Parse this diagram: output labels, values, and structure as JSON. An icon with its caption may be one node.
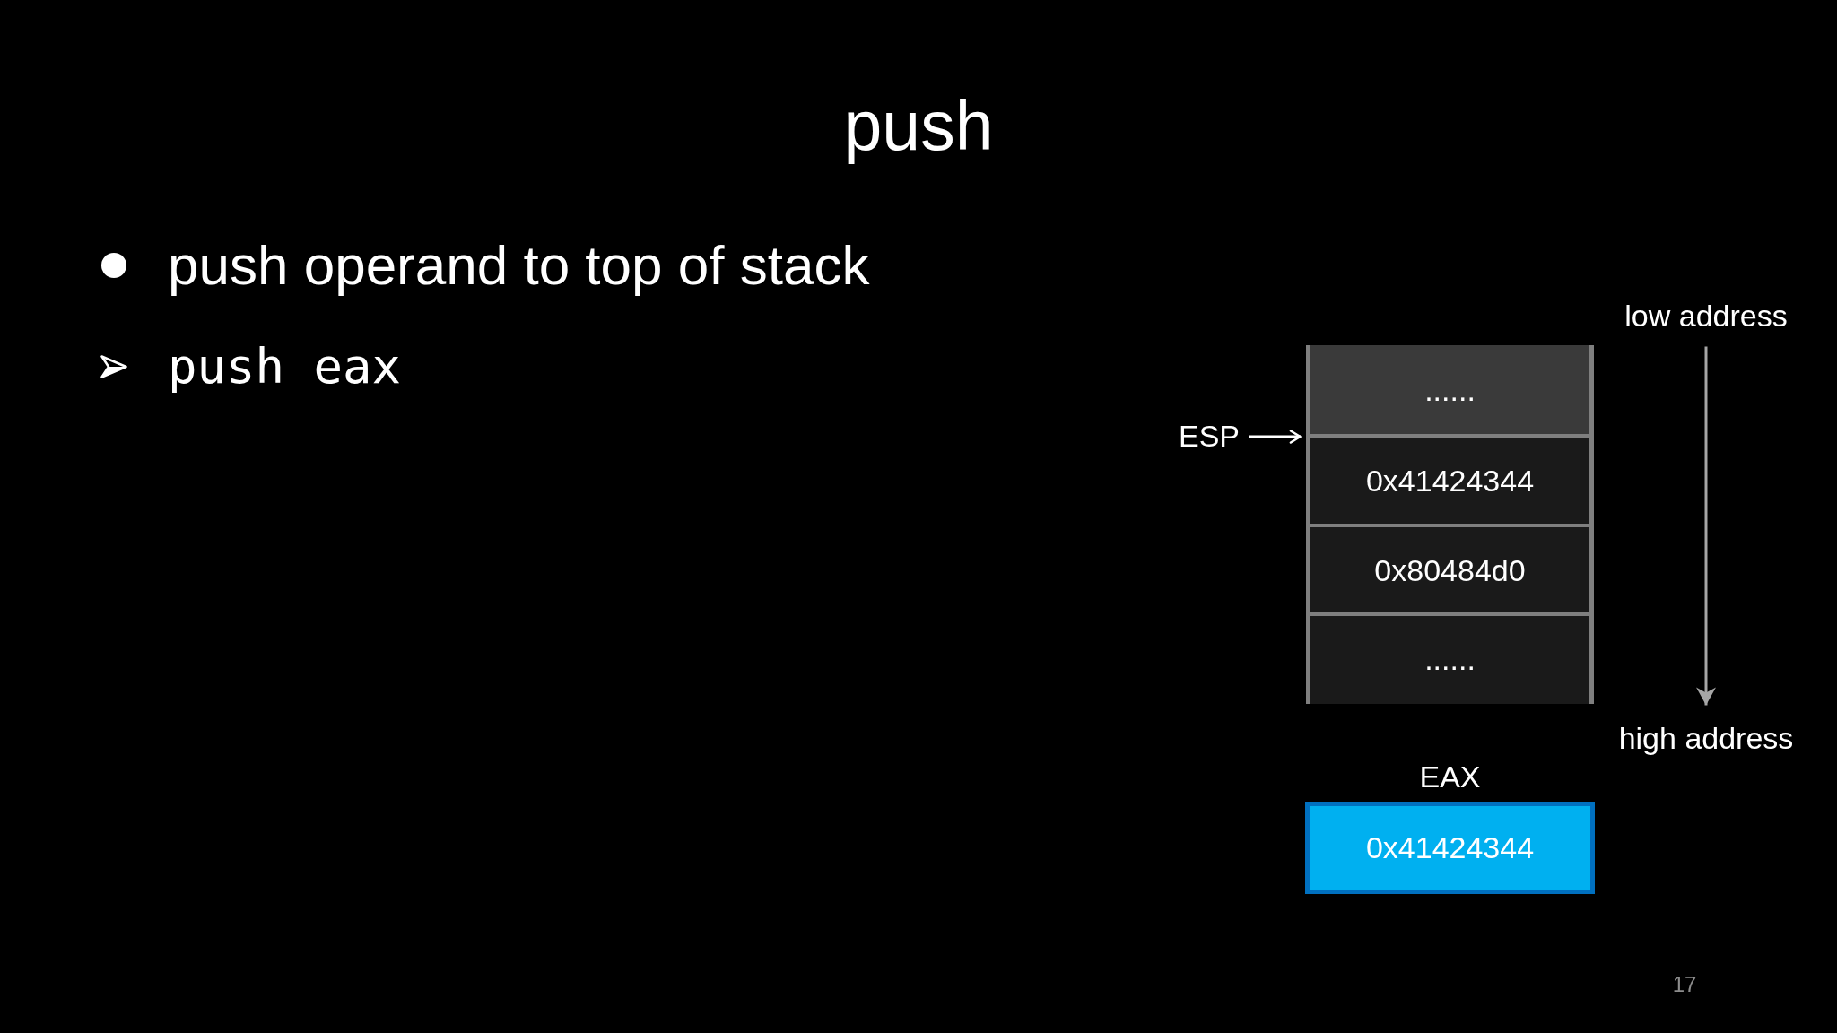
{
  "diagram": {
    "title": "push",
    "nodes": [
      {
        "text": [
          "low address"
        ]
      },
      {
        "text": [
          "......"
        ]
      },
      {
        "text": [
          "ESP"
        ]
      },
      {
        "text": [
          "0x41424344"
        ]
      },
      {
        "text": [
          "0x80484d0"
        ]
      },
      {
        "text": [
          "......"
        ]
      },
      {
        "text": [
          "high address"
        ]
      },
      {
        "text": [
          "EAX",
          "0x41424344"
        ]
      }
    ],
    "edges": [
      {
        "from": 2,
        "to": 3,
        "arrow": "to"
      },
      {
        "from": 0,
        "to": 6,
        "arrow": "to",
        "color": "#a6a6a6"
      }
    ],
    "labels": [
      "push operand to top of stack",
      "push eax",
      "17"
    ]
  }
}
